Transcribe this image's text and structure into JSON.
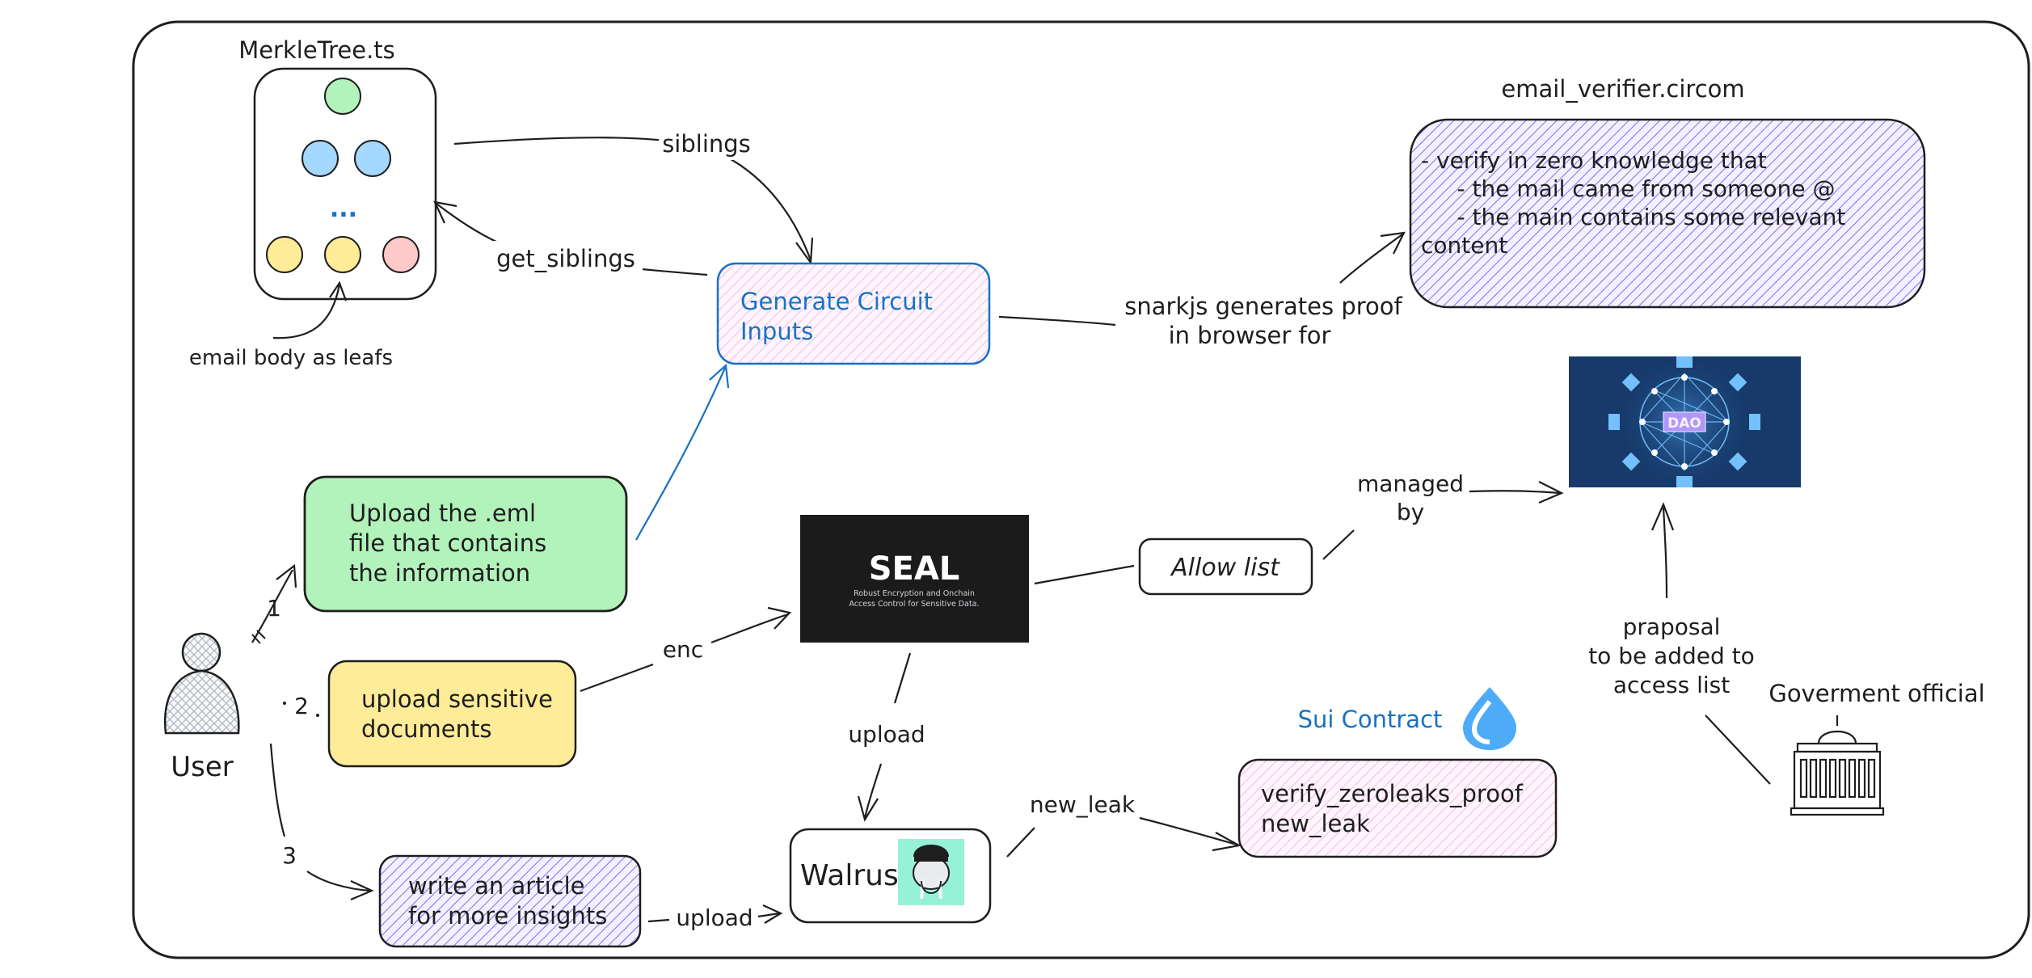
{
  "merkle": {
    "title": "MerkleTree.ts",
    "ellipsis": "...",
    "leaf_caption": "email body as leafs",
    "node_colors": {
      "root": "#b2f2bb",
      "mid": "#a5d8ff",
      "leaf_yellow": "#ffec99",
      "leaf_red": "#ffc9c9"
    }
  },
  "circuit": {
    "title": "email_verifier.circom",
    "lines": [
      "- verify in zero knowledge that",
      "     - the mail came from someone @",
      "     - the main contains some relevant",
      "content"
    ]
  },
  "generate_inputs": {
    "lines": [
      "Generate Circuit",
      "Inputs"
    ]
  },
  "upload_eml": {
    "lines": [
      "Upload the .eml",
      "file that contains",
      "the information"
    ]
  },
  "upload_docs": {
    "lines": [
      "upload sensitive",
      "documents"
    ]
  },
  "article": {
    "lines": [
      "write an article",
      "for more insights"
    ]
  },
  "seal": {
    "logo": "SEAL",
    "tagline1": "Robust Encryption and Onchain",
    "tagline2": "Access Control for Sensitive Data."
  },
  "allow_list": {
    "label": "Allow list"
  },
  "walrus": {
    "label": "Walrus"
  },
  "sui_contract": {
    "title": "Sui Contract",
    "lines": [
      "verify_zeroleaks_proof",
      "new_leak"
    ]
  },
  "dao": {
    "label": "DAO"
  },
  "user": {
    "label": "User"
  },
  "official": {
    "label": "Goverment official"
  },
  "edges": {
    "siblings": "siblings",
    "get_siblings": "get_siblings",
    "snarkjs_1": "snarkjs generates proof",
    "snarkjs_2": "in browser for",
    "managed_1": "managed",
    "managed_2": "by",
    "enc": "enc",
    "upload_seal": "upload",
    "upload_article": "upload",
    "new_leak": "new_leak",
    "proposal_1": "praposal",
    "proposal_2": "to be added to",
    "proposal_3": "access list",
    "step1": "1",
    "step2": "2",
    "step3": "3"
  },
  "colors": {
    "green": "#b2f2bb",
    "yellow": "#ffec99",
    "purple_hatch": "#6741d9",
    "pink_hatch": "#e599f7",
    "blue_accent": "#1971c2",
    "dao_bg": "#173a6b",
    "seal_bg": "#1b1b1b"
  }
}
